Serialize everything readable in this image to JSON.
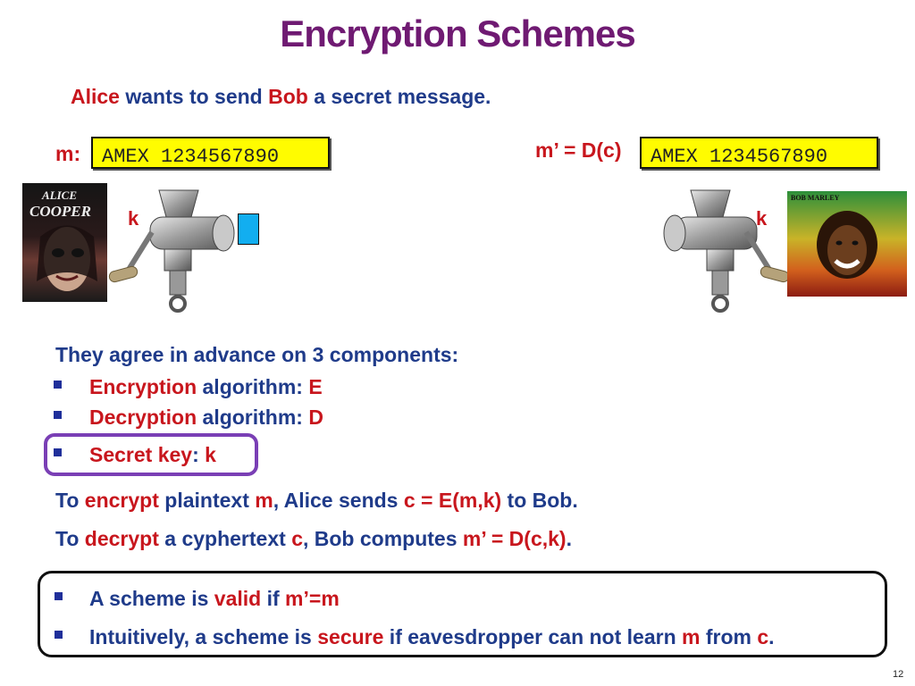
{
  "title": "Encryption Schemes",
  "intro": {
    "alice": "Alice",
    "mid": " wants to send ",
    "bob": "Bob",
    "end": " a secret message."
  },
  "left": {
    "label": "m:",
    "box": "AMEX 1234567890",
    "key": "k"
  },
  "right": {
    "label": "m’ = D(c)",
    "box": "AMEX 1234567890",
    "key": "k"
  },
  "left_album": {
    "line1": "ALICE",
    "line2": "COOPER"
  },
  "right_album": {
    "line1": "BOB MARLEY"
  },
  "agree": "They agree in advance on 3 components:",
  "bullets": [
    {
      "red": "Encryption",
      "navy": " algorithm: ",
      "red2": "E"
    },
    {
      "red": "Decryption",
      "navy": " algorithm: ",
      "red2": "D"
    },
    {
      "red": "Secret key",
      "navy": ": ",
      "red2": "k"
    }
  ],
  "encrypt_line": {
    "p1": "To ",
    "p2": "encrypt",
    "p3": " plaintext ",
    "p4": "m",
    "p5": ", Alice sends ",
    "p6": "c = E(m,k)",
    "p7": " to Bob."
  },
  "decrypt_line": {
    "p1": "To ",
    "p2": "decrypt",
    "p3": " a cyphertext ",
    "p4": "c",
    "p5": ", Bob computes ",
    "p6": "m’ = D(c,k)",
    "p7": "."
  },
  "valid_line": {
    "p1": "A scheme is ",
    "p2": "valid",
    "p3": " if ",
    "p4": "m’=m"
  },
  "secure_line": {
    "p1": "Intuitively, a scheme is ",
    "p2": "secure",
    "p3": " if eavesdropper can not learn ",
    "p4": "m",
    "p5": " from ",
    "p6": "c",
    "p7": "."
  },
  "page_number": "12",
  "colors": {
    "title": "#6f1a72",
    "navy": "#1f3b8a",
    "red": "#c8161d",
    "highlight": "#7a3fb5",
    "yellow": "#fffc00"
  }
}
